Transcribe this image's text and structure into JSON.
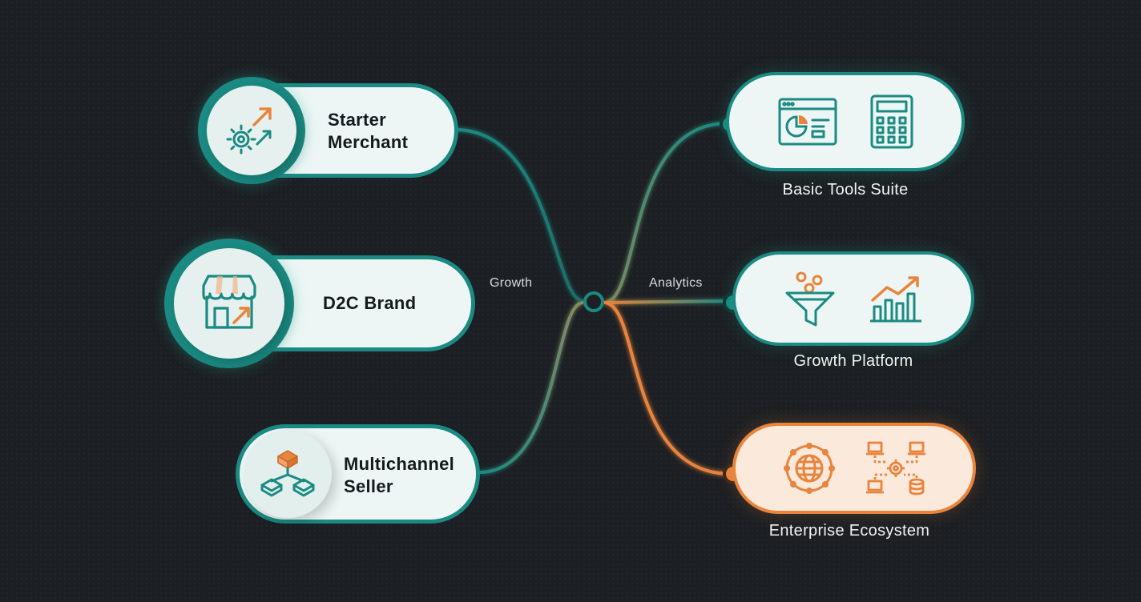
{
  "connector_labels": {
    "left": "Growth",
    "right": "Analytics"
  },
  "segments": [
    {
      "label": "Starter\nMerchant",
      "icon": "growth-gear-icon"
    },
    {
      "label": "D2C Brand",
      "icon": "storefront-icon"
    },
    {
      "label": "Multichannel\nSeller",
      "icon": "channel-network-icon"
    }
  ],
  "solutions": [
    {
      "caption": "Basic Tools Suite",
      "icons": [
        "dashboard-window-icon",
        "calculator-icon"
      ],
      "accent": "#1a8a82"
    },
    {
      "caption": "Growth Platform",
      "icons": [
        "funnel-icon",
        "bar-chart-trend-icon"
      ],
      "accent": "#1a8a82"
    },
    {
      "caption": "Enterprise Ecosystem",
      "icons": [
        "globe-network-icon",
        "integration-hub-icon"
      ],
      "accent": "#e8843c"
    }
  ],
  "colors": {
    "teal": "#1a8a82",
    "orange": "#e8843c",
    "background": "#1c1f23",
    "card_fill": "#eef6f5"
  }
}
